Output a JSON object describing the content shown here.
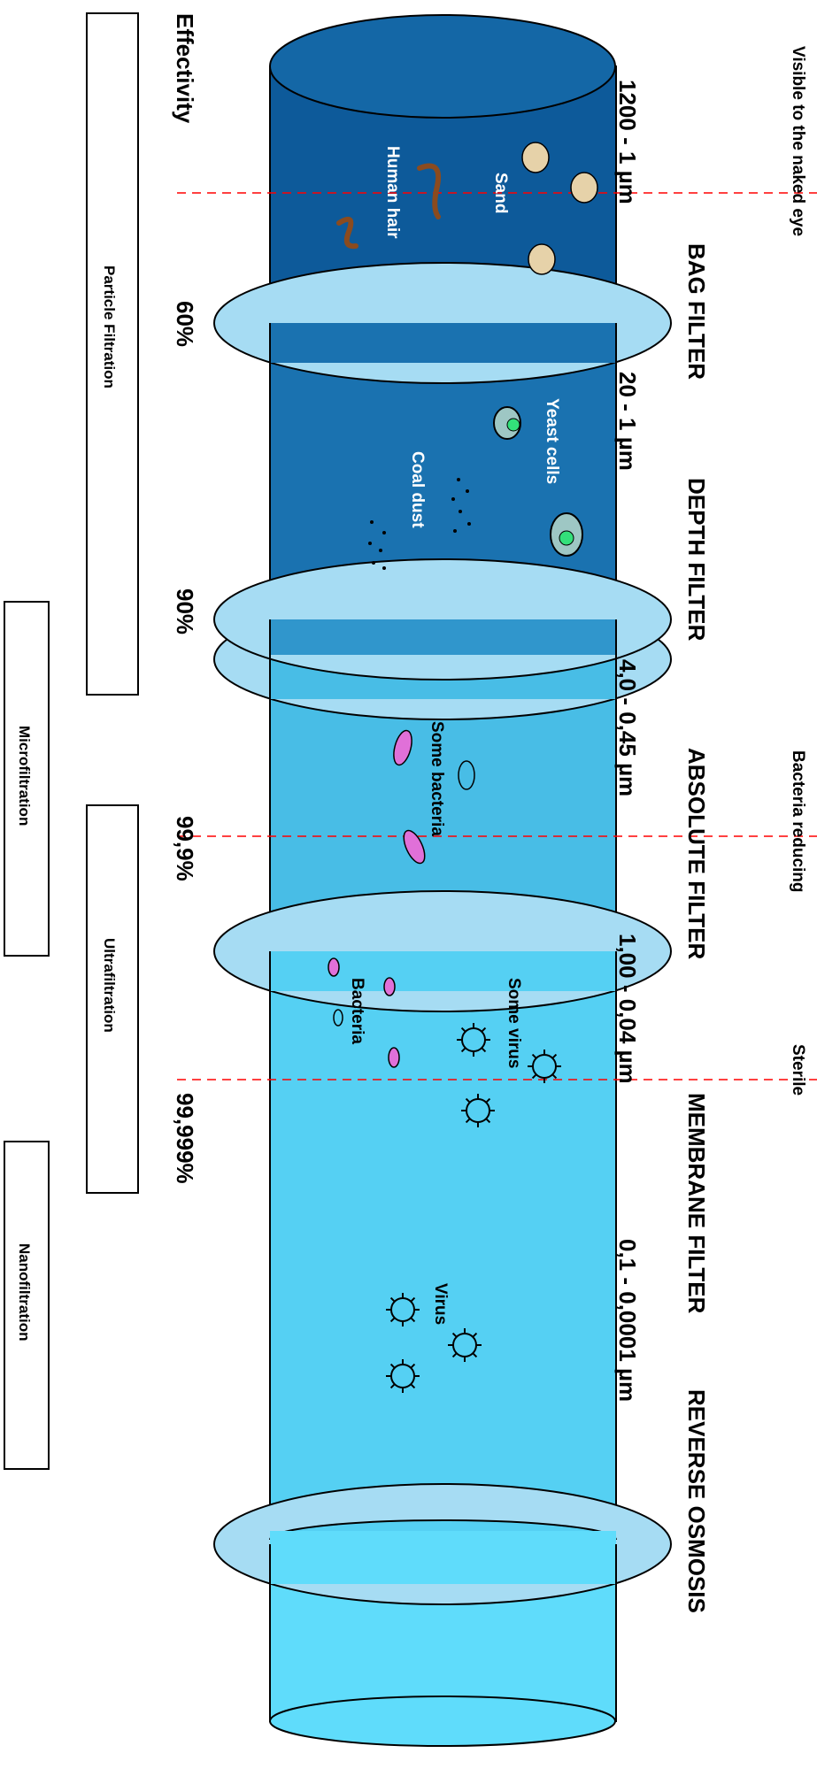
{
  "top_labels": {
    "visible": "Visible to the naked eye",
    "bacteria_reducing": "Bacteria reducing",
    "sterile": "Sterile"
  },
  "filters": [
    {
      "name": "BAG FILTER",
      "range": "1200 - 1 µm",
      "effectivity": "60%",
      "color": "#0d5a9a"
    },
    {
      "name": "DEPTH FILTER",
      "range": "20 - 1 µm",
      "effectivity": "90%",
      "color": "#1a72b0"
    },
    {
      "name": "ABSOLUTE FILTER",
      "range": "4,0 - 0,45 µm",
      "effectivity": "99,9%",
      "color": "#3096cc"
    },
    {
      "name": "MEMBRANE FILTER",
      "range": "1,00 - 0,04 µm",
      "effectivity": "99,999%",
      "color": "#48bde6"
    },
    {
      "name": "REVERSE OSMOSIS",
      "range": "0,1 - 0,0001 µm",
      "effectivity": "",
      "color": "#55d0f3"
    }
  ],
  "effectivity_label": "Effectivity",
  "particles": {
    "sand": "Sand",
    "human_hair": "Human hair",
    "yeast_cells": "Yeast cells",
    "coal_dust": "Coal dust",
    "some_bacteria": "Some bacteria",
    "bacteria": "Bacteria",
    "some_virus": "Some virus",
    "virus": "Virus"
  },
  "filtration_types": {
    "particle": "Particle Filtration",
    "micro": "Microfiltration",
    "ultra": "Ultrafiltration",
    "nano": "Nanofiltration"
  },
  "colors": {
    "disc": "#9fdcf4",
    "bottom_segment": "#5fdcfb",
    "top_cap": "#1467a6",
    "sand": "#e6d2a9",
    "hair": "#8a4b1f",
    "bacteria": "#e070d8",
    "yeast": "#5ad48a",
    "dashed_line": "#ff0000"
  }
}
